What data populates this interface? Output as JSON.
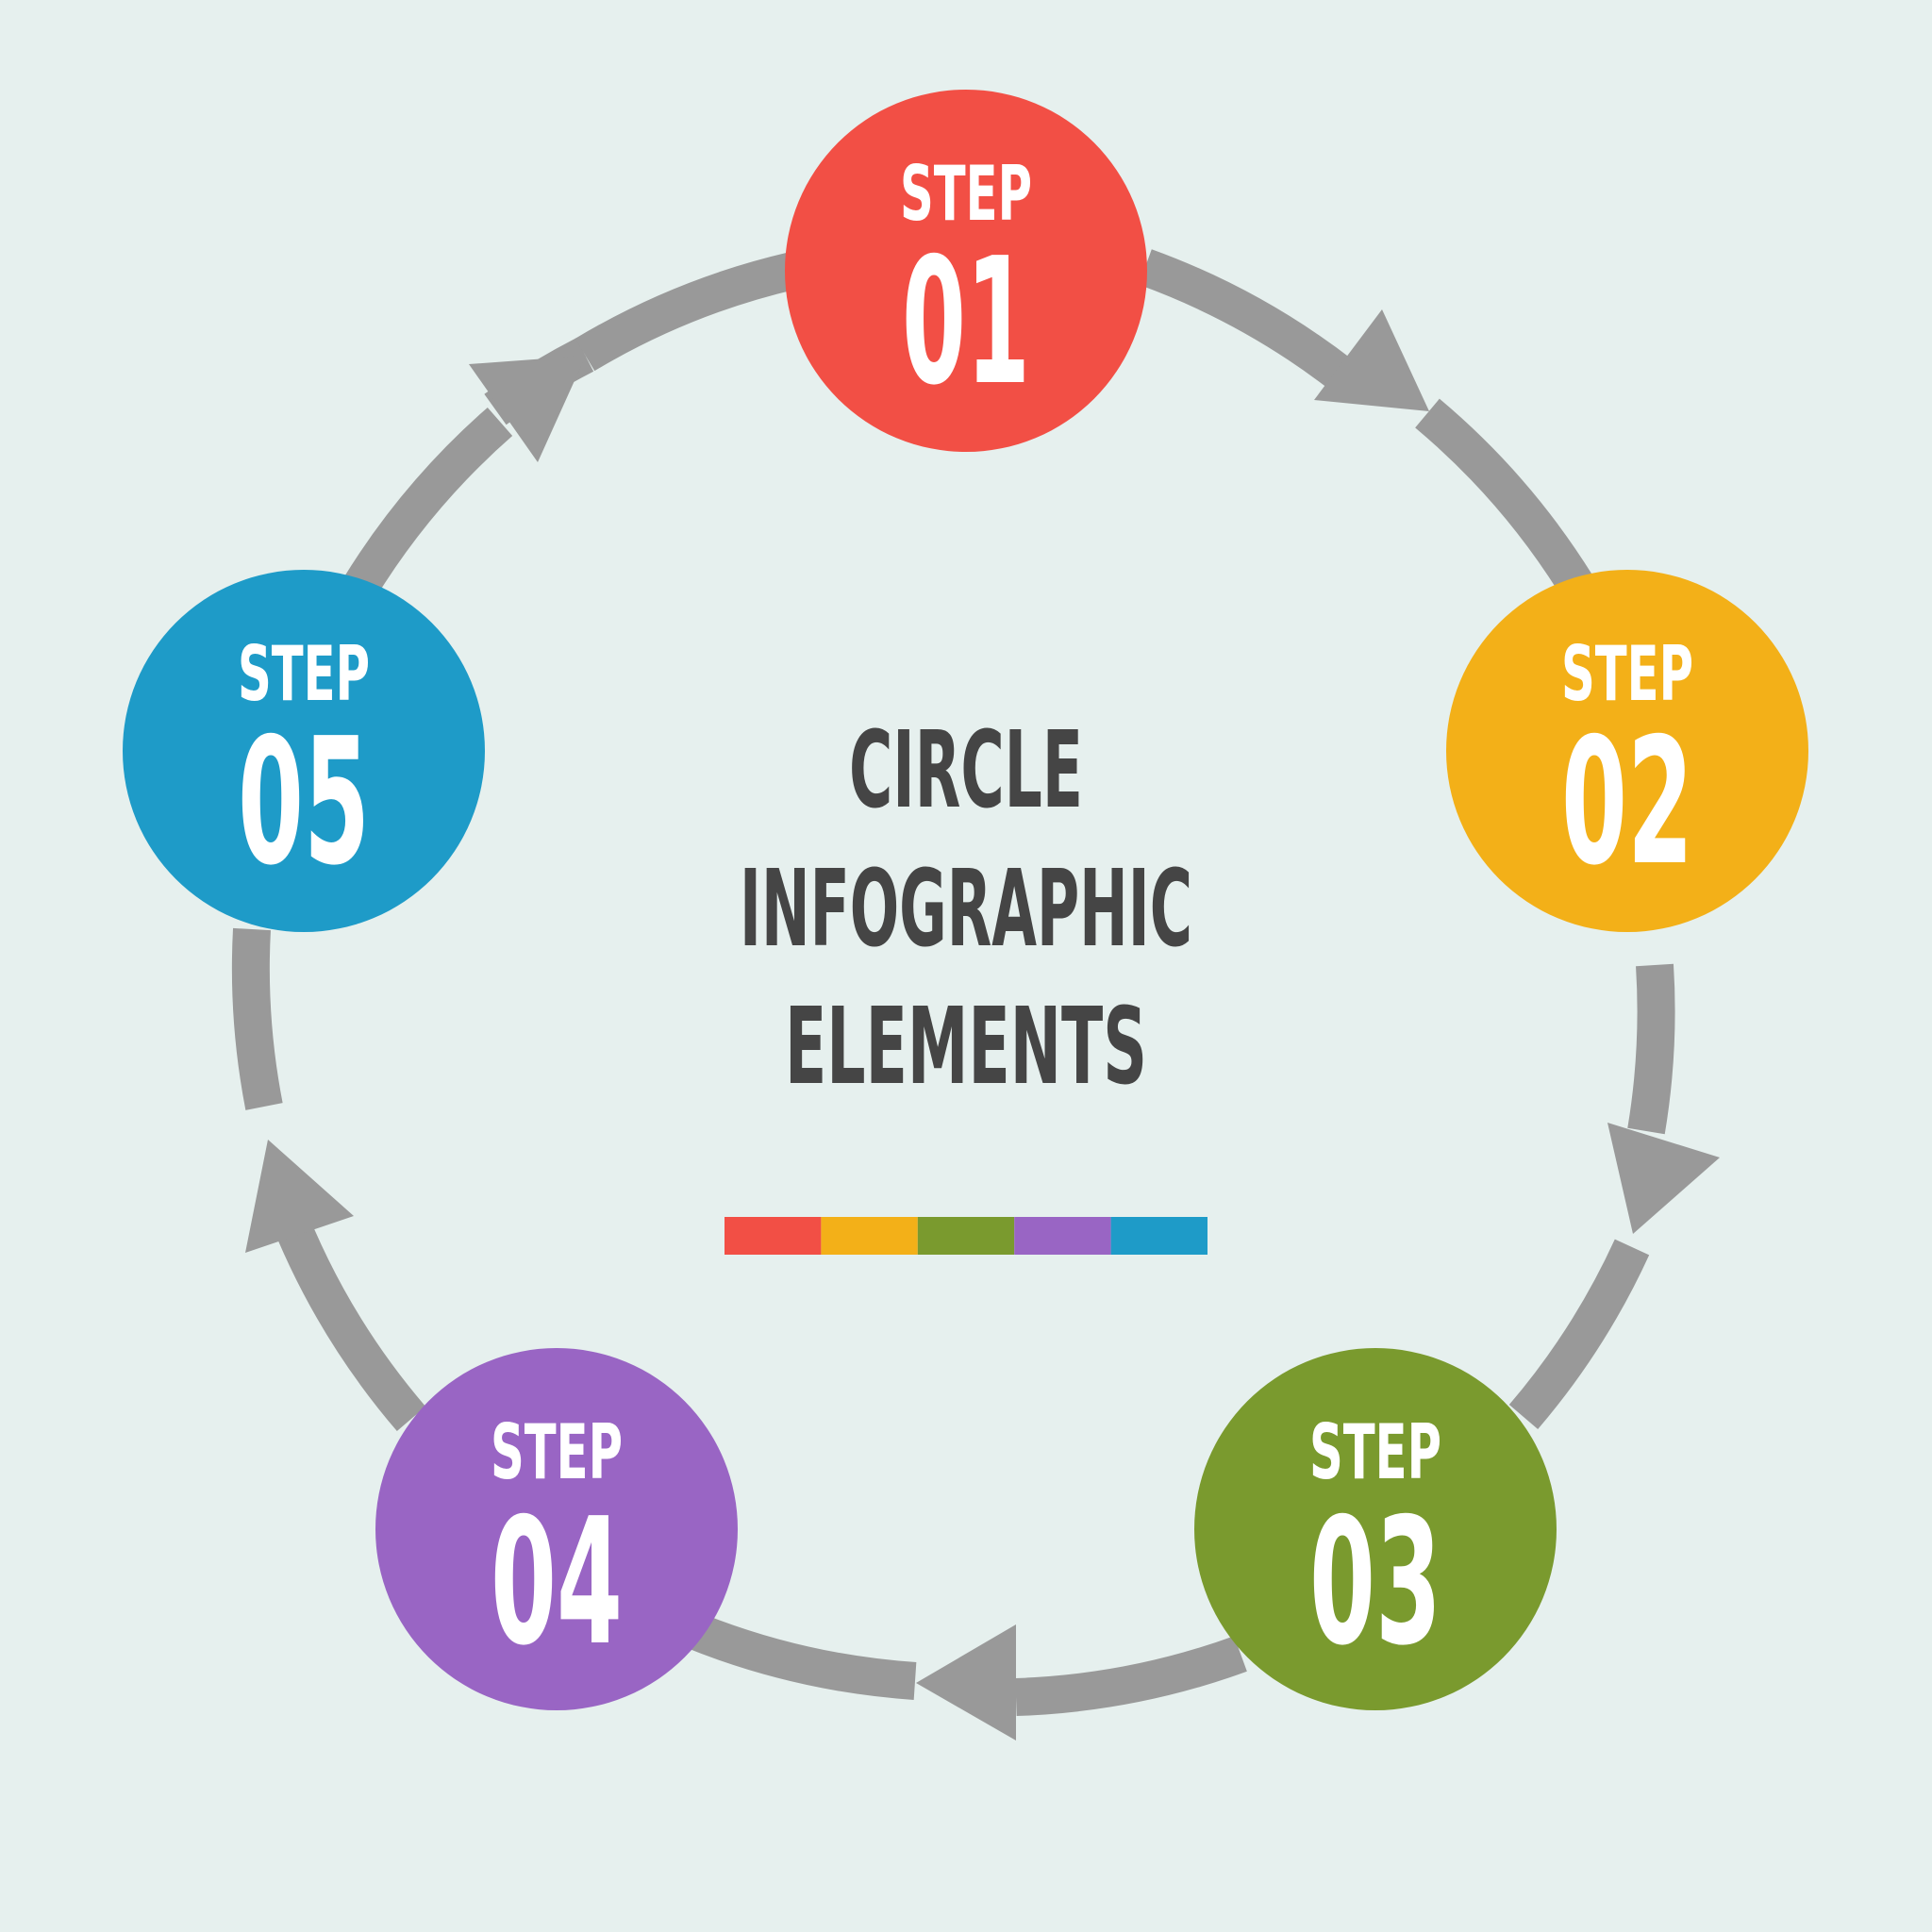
{
  "title": {
    "lines": [
      "CIRCLE",
      "INFOGRAPHIC",
      "ELEMENTS"
    ]
  },
  "steps": [
    {
      "label": "STEP",
      "number": "01",
      "color": "#f24f45"
    },
    {
      "label": "STEP",
      "number": "02",
      "color": "#f3b018"
    },
    {
      "label": "STEP",
      "number": "03",
      "color": "#7a9a2e"
    },
    {
      "label": "STEP",
      "number": "04",
      "color": "#9965c4"
    },
    {
      "label": "STEP",
      "number": "05",
      "color": "#1e9bc8"
    }
  ],
  "palette_bar": [
    "#f24f45",
    "#f3b018",
    "#7a9a2e",
    "#9965c4",
    "#1e9bc8"
  ],
  "colors": {
    "background": "#e6f0ee",
    "arrow": "#999999",
    "title_text": "#454545"
  }
}
